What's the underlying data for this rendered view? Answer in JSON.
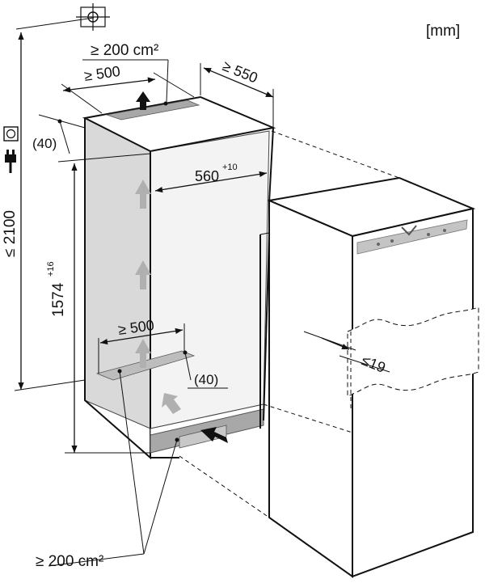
{
  "units": "[mm]",
  "labels": {
    "top_vent_area": "≥ 200 cm²",
    "top_vent_width": "≥ 500",
    "depth_total": "≥ 550",
    "top_offset": "(40)",
    "total_height": "≤ 2100",
    "niche_width": "560",
    "niche_width_tol": "+10",
    "niche_height": "1574",
    "niche_height_tol": "+16",
    "bottom_vent_width": "≥ 500",
    "bottom_offset": "(40)",
    "door_gap": "≤19",
    "bottom_vent_area": "≥ 200 cm²"
  },
  "colors": {
    "arrow_gray": "#b0b0b0",
    "niche_fill": "#ececec",
    "side_fill": "#d8d8d8",
    "panel_dark": "#a8a8a8",
    "line": "#111111"
  },
  "icons": [
    "power-socket-icon",
    "plug-icon",
    "target-crosshair-icon"
  ]
}
